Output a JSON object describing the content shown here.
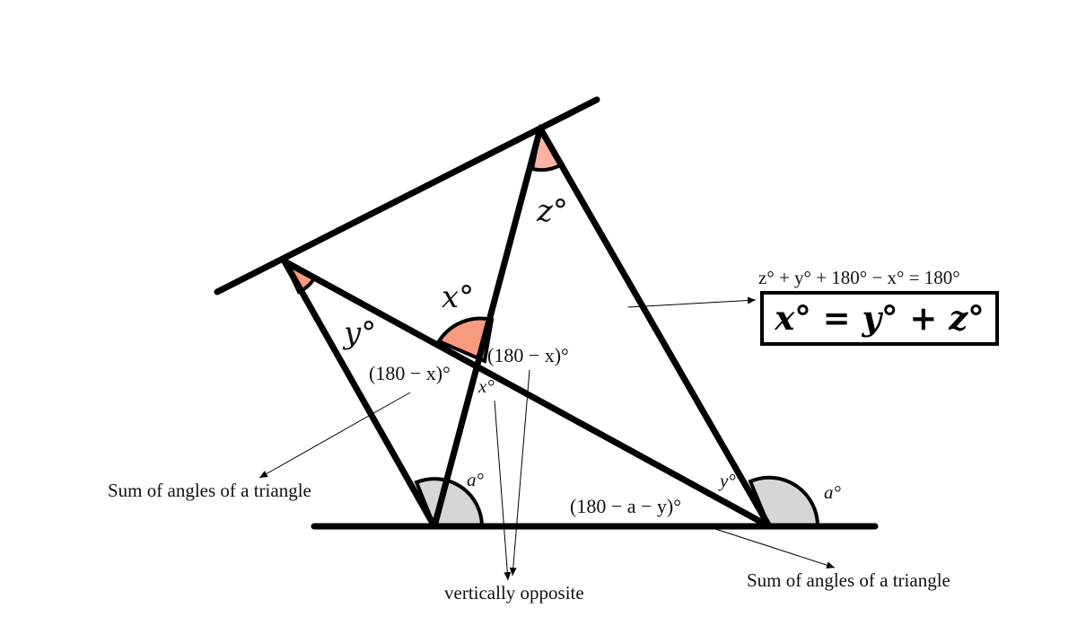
{
  "colors": {
    "line": "#000000",
    "red_angle": "#f79a7e",
    "pink_angle": "#f9b3a3",
    "grey_angle": "#d6d6d6"
  },
  "angles": {
    "z": "z°",
    "x_top": "x°",
    "y_left": "y°",
    "x_small": "x°",
    "y_small": "y°",
    "a_left": "a°",
    "a_right": "a°"
  },
  "expressions": {
    "left_180_minus_x": "(180 − x)°",
    "right_180_minus_x": "(180 − x)°",
    "bottom_180_minus_a_y": "(180 − a − y)°"
  },
  "equations": {
    "sum": "z° + y° + 180° − x° = 180°",
    "result": "x° = y° + z°"
  },
  "annotations": {
    "left_sum": "Sum of angles of a triangle",
    "right_sum": "Sum of angles of a triangle",
    "vertical": "vertically opposite"
  }
}
